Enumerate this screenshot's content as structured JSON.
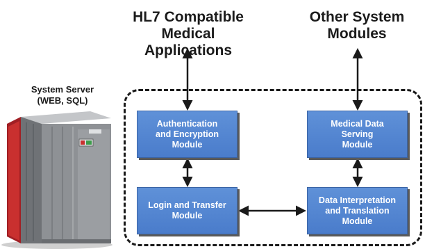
{
  "headings": {
    "hl7": [
      "HL7 Compatible Medical",
      "Applications"
    ],
    "other": [
      "Other System",
      "Modules"
    ]
  },
  "server": {
    "label": [
      "System Server",
      "(WEB, SQL)"
    ]
  },
  "modules": {
    "auth": [
      "Authentication",
      "and Encryption",
      "Module"
    ],
    "medical": [
      "Medical Data",
      "Serving",
      "Module"
    ],
    "login": [
      "Login and Transfer",
      "Module"
    ],
    "interp": [
      "Data Interpretation",
      "and Translation",
      "Module"
    ]
  },
  "colors": {
    "module_fill": "#5287d3",
    "module_border": "#3a64a5",
    "arrow": "#1a1a1a",
    "server_body": "#8b8e92",
    "server_side_red": "#b3262a"
  }
}
